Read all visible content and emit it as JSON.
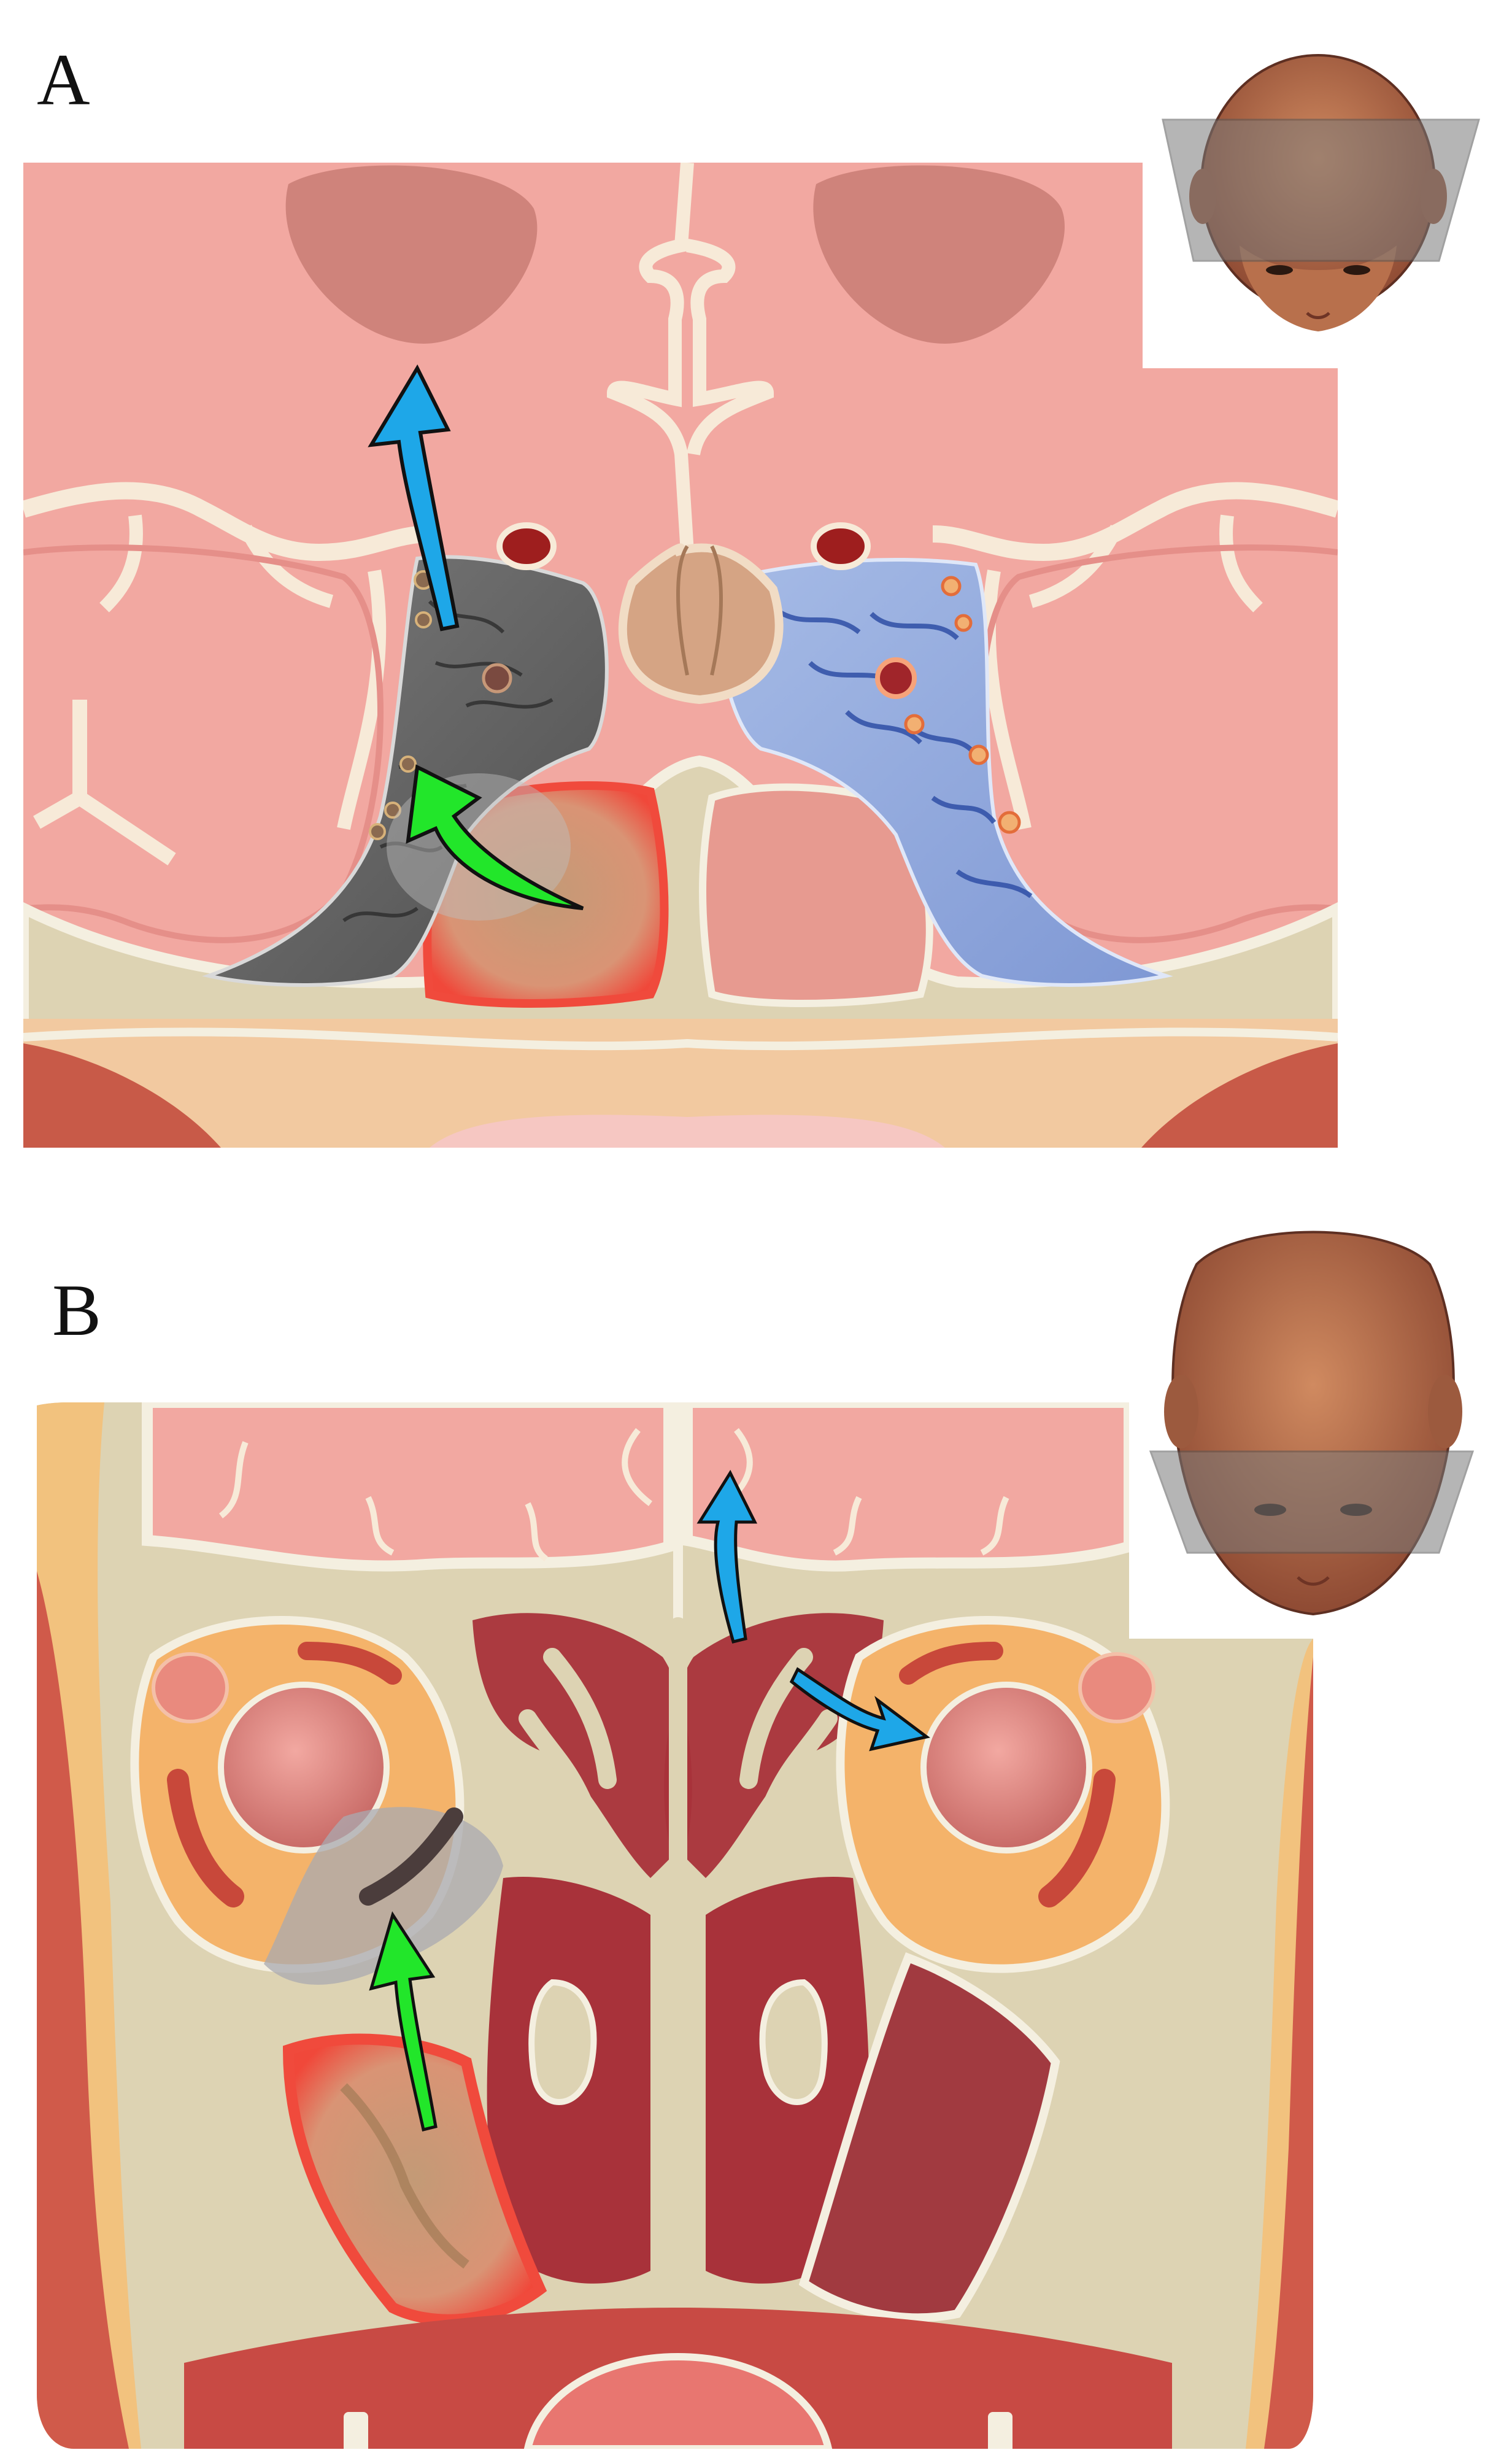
{
  "figure": {
    "panels": [
      {
        "id": "A",
        "label": "A"
      },
      {
        "id": "B",
        "label": "B"
      }
    ]
  },
  "colors": {
    "brain": "#ef9d96",
    "brain_light": "#f6b3ad",
    "brain_shadow": "#c77a74",
    "sulcus": "#f7ead8",
    "bone": "#ddd3b3",
    "bone_edge": "#f4efe0",
    "sinus_infected": "#f04a3c",
    "sinus_content": "#c9a27c",
    "sinus_healthy": "#e79a90",
    "thrombus_gray": "#6e6e6e",
    "cavernous_blue": "#8fa8dc",
    "cavernous_blue_dark": "#2f4fa6",
    "pituitary": "#d5a484",
    "artery": "#9e1e1e",
    "muscle": "#d05a4a",
    "fat": "#f2c27e",
    "orbit_fat": "#f4b36a",
    "globe": "#e98f88",
    "nasal_mucosa": "#a8323a",
    "skin": "#b8684e",
    "arrow_blue": "#1ea7e8",
    "arrow_green": "#22e62a",
    "plane_gray": "#7a7a7a"
  },
  "icons": {
    "arrow_a_blue": "curved-arrow-up-icon",
    "arrow_a_green": "curved-arrow-icon",
    "arrow_b_blue_up": "curved-arrow-up-icon",
    "arrow_b_blue_right": "arrow-right-icon",
    "arrow_b_green": "curved-arrow-icon",
    "head_a": "head-top-view-icon",
    "head_b": "head-front-view-icon"
  }
}
